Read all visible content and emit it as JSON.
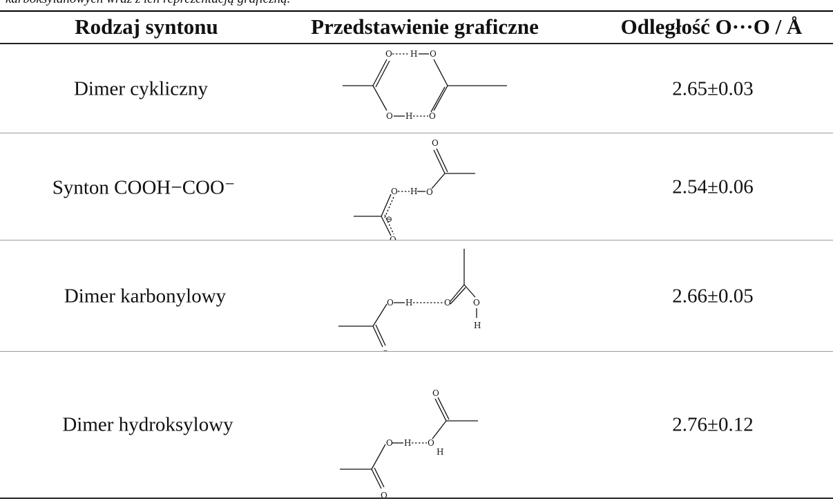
{
  "caption": "karboksylanowych wraz z ich reprezentacją graficzną.",
  "table": {
    "headers": [
      "Rodzaj syntonu",
      "Przedstawienie graficzne",
      "Odległość O···O / Å"
    ],
    "rows": [
      {
        "name": "Dimer cykliczny",
        "figure": "cyclic-dimer",
        "distance": "2.65±0.03"
      },
      {
        "name": "Synton COOH−COO⁻",
        "figure": "cooh-coo-synthon",
        "distance": "2.54±0.06"
      },
      {
        "name": "Dimer karbonylowy",
        "figure": "carbonyl-dimer",
        "distance": "2.66±0.05"
      },
      {
        "name": "Dimer hydroksylowy",
        "figure": "hydroxyl-dimer",
        "distance": "2.76±0.12"
      }
    ]
  },
  "atoms": {
    "oxygen": "O",
    "hydrogen": "H",
    "minus": "⊖"
  }
}
